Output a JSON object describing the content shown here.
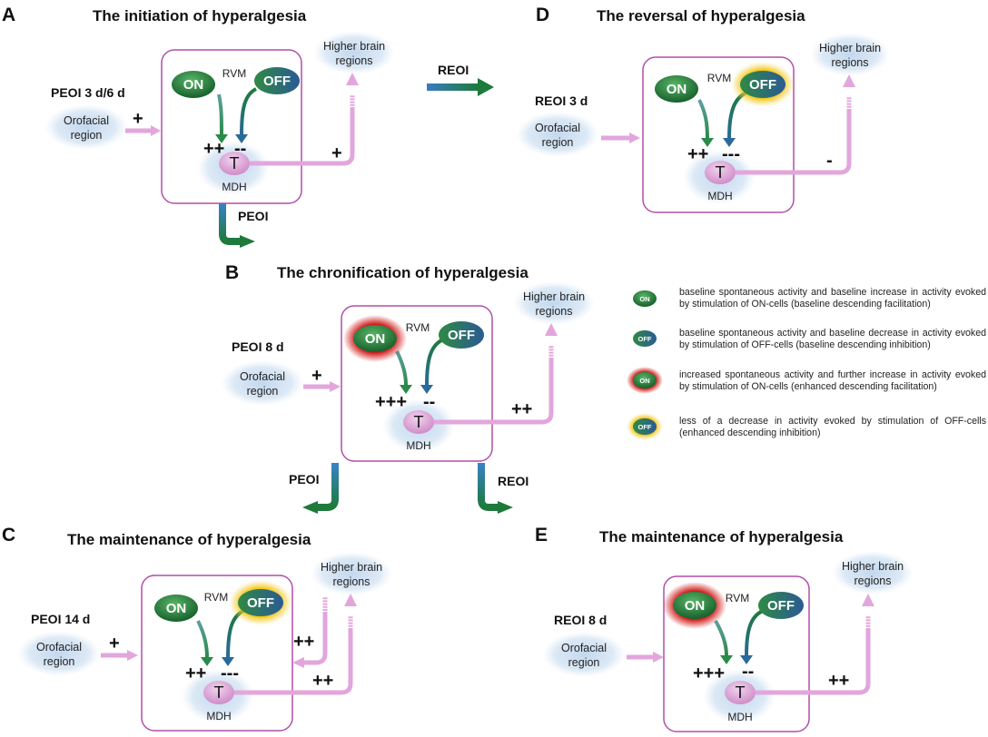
{
  "common": {
    "higher_brain_1": "Higher brain",
    "higher_brain_2": "regions",
    "orofacial_1": "Orofacial",
    "orofacial_2": "region",
    "rvm": "RVM",
    "mdh": "MDH",
    "t": "T",
    "on": "ON",
    "off": "OFF"
  },
  "panels": {
    "A": {
      "letter": "A",
      "title": "The initiation of  hyperalgesia",
      "timepoint": "PEOI 3 d/6 d",
      "input_sign": "+",
      "on_sign": "++",
      "off_sign": "--",
      "output_sign": "+"
    },
    "B": {
      "letter": "B",
      "title": "The chronification of hyperalgesia",
      "timepoint": "PEOI 8 d",
      "input_sign": "+",
      "on_sign": "+++",
      "off_sign": "--",
      "output_sign": "++"
    },
    "C": {
      "letter": "C",
      "title": "The maintenance of hyperalgesia",
      "timepoint": "PEOI 14 d",
      "input_sign": "+",
      "on_sign": "++",
      "off_sign": "---",
      "output_sign": "++",
      "return_sign": "++"
    },
    "D": {
      "letter": "D",
      "title": "The reversal of hyperalgesia",
      "timepoint": "REOI 3 d",
      "input_sign": "",
      "on_sign": "++",
      "off_sign": "---",
      "output_sign": "-"
    },
    "E": {
      "letter": "E",
      "title": "The maintenance of hyperalgesia",
      "timepoint": "REOI 8 d",
      "input_sign": "",
      "on_sign": "+++",
      "off_sign": "--",
      "output_sign": "++"
    }
  },
  "transitions": {
    "a_to_d": "REOI",
    "a_to_b": "PEOI",
    "b_to_c": "PEOI",
    "b_to_e": "REOI"
  },
  "legend": [
    {
      "icon": "on-baseline",
      "label": "ON",
      "text": "baseline spontaneous activity and baseline increase in activity evoked by stimulation of ON-cells (baseline descending facilitation)"
    },
    {
      "icon": "off-baseline",
      "label": "OFF",
      "text": "baseline spontaneous activity and baseline decrease in activity evoked by stimulation of OFF-cells (baseline descending inhibition)"
    },
    {
      "icon": "on-enhanced",
      "label": "ON",
      "text": "increased spontaneous activity and further increase in activity evoked by stimulation of ON-cells (enhanced descending facilitation)"
    },
    {
      "icon": "off-enhanced",
      "label": "OFF",
      "text": "less of a decrease in activity evoked by stimulation of OFF-cells (enhanced descending inhibition)"
    }
  ],
  "colors": {
    "box_border": "#b24fa8",
    "pink_arrow": "#e2a6dc",
    "blue_glow": "#cfe1f2",
    "on_green": "#1f7a3a",
    "off_blue": "#2f5d8e",
    "red_glow": "#d31f1f",
    "yellow_glow": "#f3c417"
  }
}
